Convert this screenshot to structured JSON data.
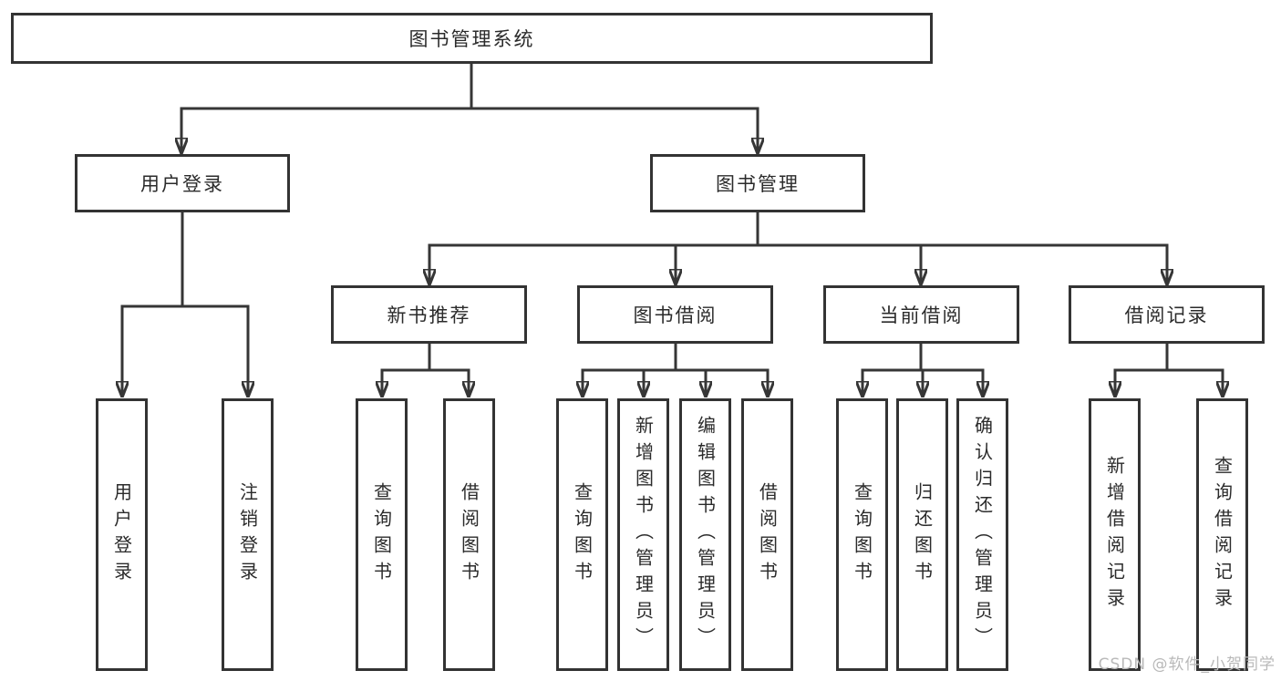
{
  "diagram": {
    "type": "function-structure-tree",
    "colors": {
      "background": "#ffffff",
      "line": "#363636",
      "box_border": "#333333",
      "text": "#2b2b2b",
      "watermark": "#b9b9b9"
    },
    "root": {
      "label": "图书管理系统"
    },
    "level2": {
      "user_login": {
        "label": "用户登录"
      },
      "book_management": {
        "label": "图书管理"
      }
    },
    "level3": {
      "new_book_recommendation": {
        "label": "新书推荐"
      },
      "book_borrowing": {
        "label": "图书借阅"
      },
      "current_borrowing": {
        "label": "当前借阅"
      },
      "borrowing_records": {
        "label": "借阅记录"
      }
    },
    "leaves": {
      "user_login": [
        "用户登录",
        "注销登录"
      ],
      "new_book_recommendation": [
        "查询图书",
        "借阅图书"
      ],
      "book_borrowing": [
        "查询图书",
        "新增图书（管理员）",
        "编辑图书（管理员）",
        "借阅图书"
      ],
      "current_borrowing": [
        "查询图书",
        "归还图书",
        "确认归还（管理员）"
      ],
      "borrowing_records": [
        "新增借阅记录",
        "查询借阅记录"
      ]
    }
  },
  "watermark": {
    "text": "CSDN @软件_小贺同学"
  }
}
